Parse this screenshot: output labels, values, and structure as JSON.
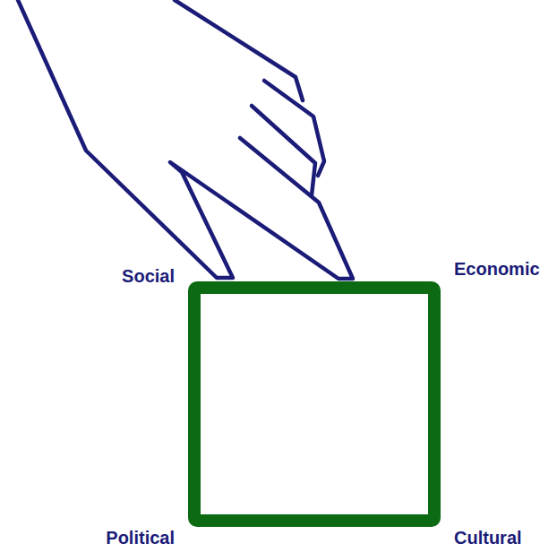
{
  "diagram": {
    "labels": [
      "Social",
      "Economic",
      "Political",
      "Cultural"
    ]
  }
}
